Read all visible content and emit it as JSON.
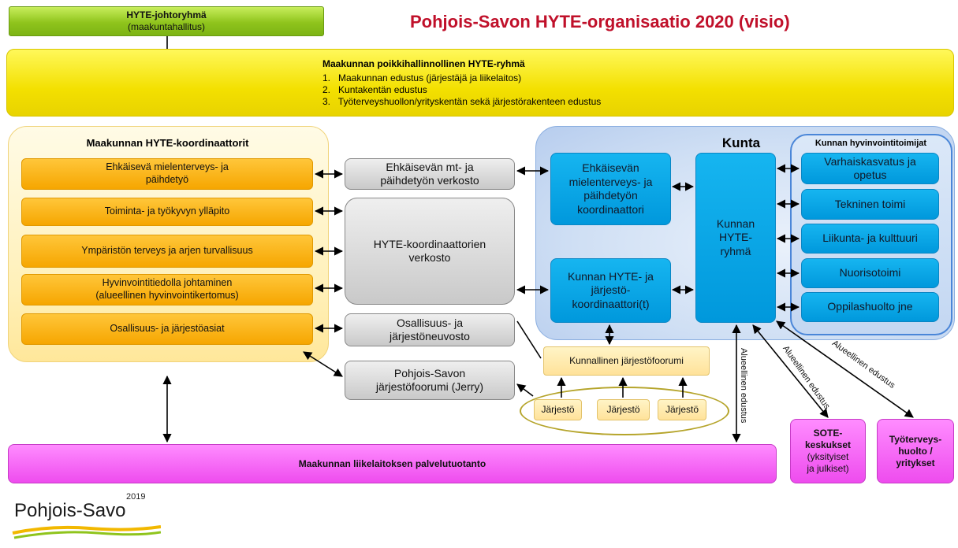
{
  "title": "Pohjois-Savon HYTE-organisaatio 2020 (visio)",
  "johtoryhma": {
    "name": "HYTE-johtoryhmä",
    "sub": "(maakuntahallitus)"
  },
  "poikkihallinnollinen": {
    "heading": "Maakunnan poikkihallinnollinen HYTE-ryhmä",
    "items": [
      "1.   Maakunnan edustus (järjestäjä ja liikelaitos)",
      "2.   Kuntakentän edustus",
      "3.   Työterveyshuollon/yrityskentän sekä järjestörakenteen edustus"
    ]
  },
  "koordinaattorit": {
    "heading": "Maakunnan HYTE-koordinaattorit",
    "items": [
      {
        "line1": "Ehkäisevä mielenterveys- ja",
        "line2": "päihdetyö"
      },
      {
        "line1": "Toiminta- ja työkyvyn ylläpito",
        "line2": ""
      },
      {
        "line1": "Ympäristön terveys ja arjen turvallisuus",
        "line2": ""
      },
      {
        "line1": "Hyvinvointitiedolla johtaminen",
        "line2": "(alueellinen hyvinvointikertomus)"
      },
      {
        "line1": "Osallisuus- ja järjestöasiat",
        "line2": ""
      }
    ]
  },
  "verkostot": {
    "mt": {
      "line1": "Ehkäisevän mt- ja",
      "line2": "päihdetyön verkosto"
    },
    "hyte": {
      "line1": "HYTE-koordinaattorien",
      "line2": "verkosto"
    },
    "osallisuus": {
      "line1": "Osallisuus- ja",
      "line2": "järjestöneuvosto"
    },
    "jerry": {
      "line1": "Pohjois-Savon",
      "line2": "järjestöfoorumi (Jerry)"
    }
  },
  "kunta": {
    "heading": "Kunta",
    "mt_koord": {
      "line1": "Ehkäisevän",
      "line2": "mielenterveys- ja",
      "line3": "päihdetyön",
      "line4": "koordinaattori"
    },
    "hyte_koord": {
      "line1": "Kunnan HYTE- ja",
      "line2": "järjestö-",
      "line3": "koordinaattori(t)"
    },
    "hyte_ryhma": {
      "line1": "Kunnan",
      "line2": "HYTE-",
      "line3": "ryhmä"
    }
  },
  "hyvinvointitoimijat": {
    "heading": "Kunnan hyvinvointitoimijat",
    "items": [
      {
        "line1": "Varhaiskasvatus ja",
        "line2": "opetus"
      },
      {
        "line1": "Tekninen toimi",
        "line2": ""
      },
      {
        "line1": "Liikunta- ja kulttuuri",
        "line2": ""
      },
      {
        "line1": "Nuorisotoimi",
        "line2": ""
      },
      {
        "line1": "Oppilashuolto jne",
        "line2": ""
      }
    ]
  },
  "jarjestofoorumi": "Kunnallinen järjestöfoorumi",
  "jarjestot": [
    "Järjestö",
    "Järjestö",
    "Järjestö"
  ],
  "palvelutuotanto": "Maakunnan liikelaitoksen palvelutuotanto",
  "sote": {
    "line1": "SOTE-",
    "line2": "keskukset",
    "line3": "(yksityiset",
    "line4": "ja julkiset)"
  },
  "tyoterveys": {
    "line1": "Työterveys-",
    "line2": "huolto /",
    "line3": "yritykset"
  },
  "alueellinen_edustus": [
    "Alueellinen edustus",
    "Alueellinen edustus",
    "Alueellinen edustus"
  ],
  "logo": {
    "year": "2019",
    "name": "Pohjois-Savo"
  },
  "colors": {
    "title": "#c0102a",
    "green": "#8fc41c",
    "yellow": "#f3e000",
    "orange": "#f6a600",
    "blue": "#0098dc",
    "magenta": "#ee4cee",
    "gray": "#c9c9c9"
  }
}
